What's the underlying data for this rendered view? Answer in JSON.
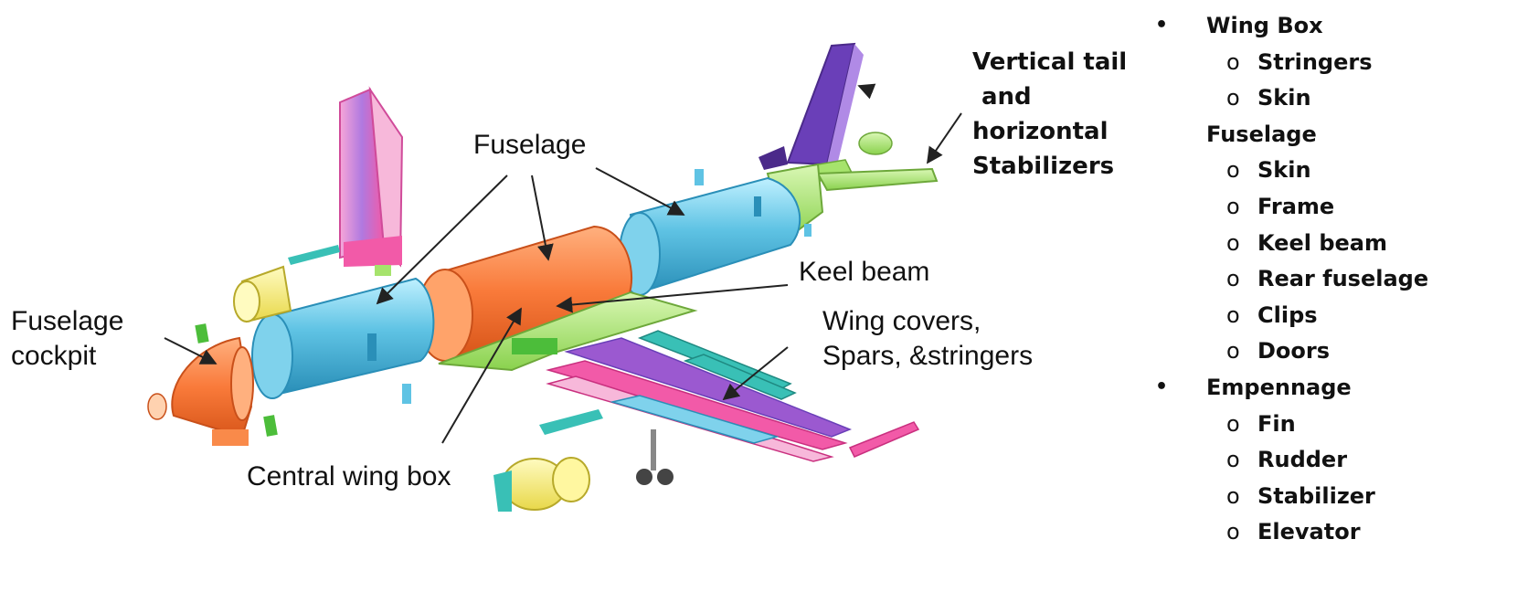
{
  "labels": {
    "fuselage_cockpit_line1": "Fuselage",
    "fuselage_cockpit_line2": "cockpit",
    "fuselage": "Fuselage",
    "central_wing_box": "Central wing box",
    "keel_beam": "Keel beam",
    "wing_covers_line1": "Wing covers,",
    "wing_covers_line2": "Spars, &stringers",
    "tail_line1": "Vertical tail",
    "tail_line2": "and",
    "tail_line3": "horizontal",
    "tail_line4": "Stabilizers"
  },
  "parts_list": [
    {
      "level": 1,
      "text": "Wing Box",
      "marker": "•"
    },
    {
      "level": 2,
      "text": "Stringers",
      "marker": "o"
    },
    {
      "level": 2,
      "text": "Skin",
      "marker": "o"
    },
    {
      "level": 1,
      "text": "Fuselage",
      "marker": ""
    },
    {
      "level": 2,
      "text": "Skin",
      "marker": "o"
    },
    {
      "level": 2,
      "text": "Frame",
      "marker": "o"
    },
    {
      "level": 2,
      "text": "Keel beam",
      "marker": "o"
    },
    {
      "level": 2,
      "text": "Rear fuselage",
      "marker": "o"
    },
    {
      "level": 2,
      "text": "Clips",
      "marker": "o"
    },
    {
      "level": 2,
      "text": "Doors",
      "marker": "o"
    },
    {
      "level": 1,
      "text": "Empennage",
      "marker": "•"
    },
    {
      "level": 2,
      "text": "Fin",
      "marker": "o"
    },
    {
      "level": 2,
      "text": "Rudder",
      "marker": "o"
    },
    {
      "level": 2,
      "text": "Stabilizer",
      "marker": "o"
    },
    {
      "level": 2,
      "text": "Elevator",
      "marker": "o"
    }
  ],
  "colors": {
    "cockpit": "#f98a4a",
    "fuselage_blue": "#5fc3e4",
    "fuselage_orange": "#f97a3a",
    "wing_green": "#a6e36c",
    "wing_purple": "#9b59d0",
    "wing_pink": "#f25aa8",
    "tail_purple": "#6a3fb8",
    "engine_yellow": "#f6ea6a",
    "teal": "#39c0b6"
  }
}
